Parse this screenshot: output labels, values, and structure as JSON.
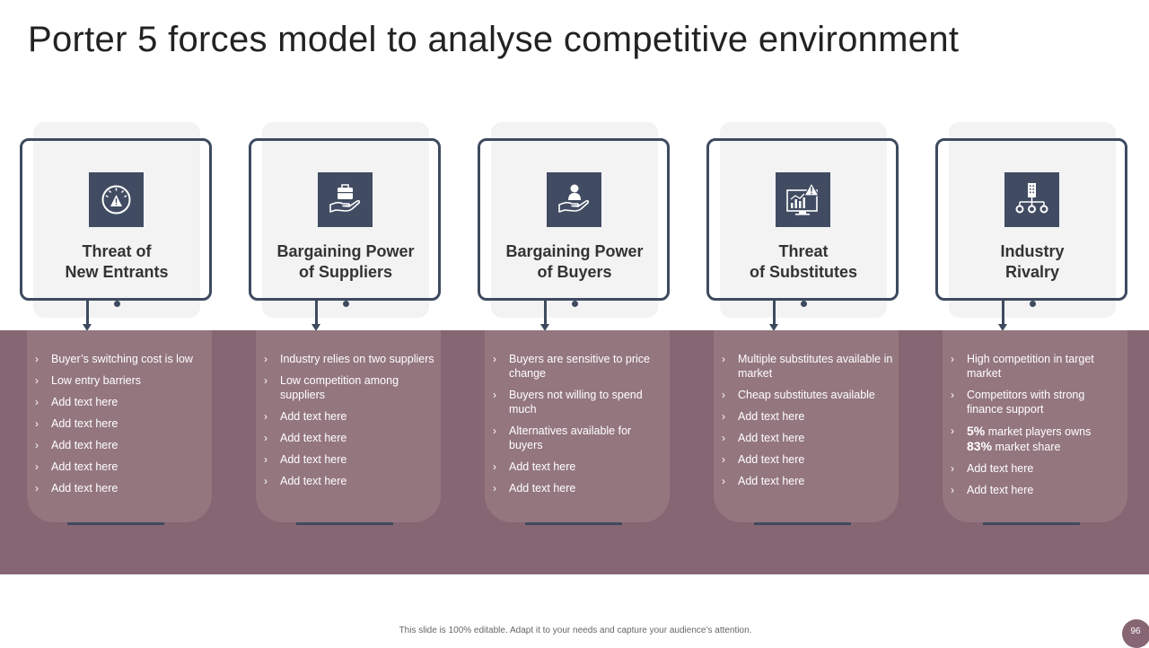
{
  "title": "Porter 5 forces model to analyse competitive environment",
  "forces": [
    {
      "heading": [
        "Threat of",
        "New Entrants"
      ],
      "icon": "gauge-warning-icon",
      "items": [
        {
          "text": "Buyer’s switching cost is low"
        },
        {
          "text": "Low entry barriers"
        },
        {
          "text": "Add text here"
        },
        {
          "text": "Add text here"
        },
        {
          "text": "Add text here"
        },
        {
          "text": "Add text here"
        },
        {
          "text": "Add text here"
        }
      ]
    },
    {
      "heading": [
        "Bargaining Power",
        "of Suppliers"
      ],
      "icon": "hand-briefcase-icon",
      "items": [
        {
          "text": "Industry relies on two suppliers"
        },
        {
          "text": "Low competition among suppliers"
        },
        {
          "text": "Add text here"
        },
        {
          "text": "Add text here"
        },
        {
          "text": "Add text here"
        },
        {
          "text": "Add text here"
        }
      ]
    },
    {
      "heading": [
        "Bargaining Power",
        "of Buyers"
      ],
      "icon": "hand-buyer-icon",
      "items": [
        {
          "text": "Buyers are sensitive to price change"
        },
        {
          "text": "Buyers not willing to spend much"
        },
        {
          "text": "Alternatives available for buyers"
        },
        {
          "text": "Add text here"
        },
        {
          "text": "Add text here"
        }
      ]
    },
    {
      "heading": [
        "Threat",
        "of Substitutes"
      ],
      "icon": "monitor-warning-icon",
      "items": [
        {
          "text": "Multiple substitutes available in market"
        },
        {
          "text": "Cheap substitutes available"
        },
        {
          "text": "Add text here"
        },
        {
          "text": "Add text here"
        },
        {
          "text": "Add text here"
        },
        {
          "text": "Add text here"
        }
      ]
    },
    {
      "heading": [
        "Industry",
        "Rivalry"
      ],
      "icon": "building-network-icon",
      "items": [
        {
          "text": "High competition in target market"
        },
        {
          "text": "Competitors with strong finance support"
        },
        {
          "lead1": "5%",
          "mid": " market players owns",
          "lead2": "83%",
          "tail": " market share"
        },
        {
          "text": "Add text here"
        },
        {
          "text": "Add text here"
        }
      ]
    }
  ],
  "footer": "This slide is 100% editable. Adapt it to your needs and capture your audience’s attention.",
  "page_number": "96",
  "colors": {
    "band": "#866672",
    "card": "#94767f",
    "navy": "#3e4a5f"
  }
}
